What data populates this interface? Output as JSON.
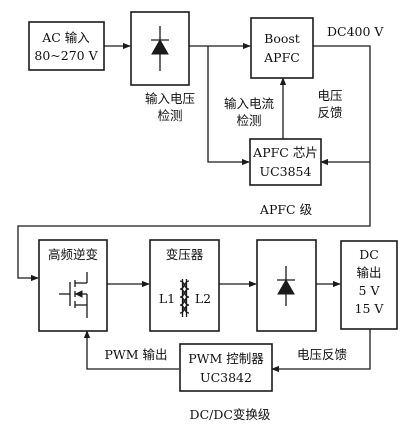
{
  "blocks": {
    "ac_input": {
      "line1": "AC 输入",
      "line2": "80~270 V"
    },
    "boost_apfc": {
      "line1": "Boost",
      "line2": "APFC"
    },
    "apfc_chip": {
      "line1": "APFC 芯片",
      "line2": "UC3854"
    },
    "hf_inverter": {
      "line1": "高频逆变"
    },
    "transformer": {
      "line1": "变压器",
      "l1": "L1",
      "l2": "L2"
    },
    "dc_output": {
      "line1": "DC",
      "line2": "输出",
      "line3": "5 V",
      "line4": "15 V"
    },
    "pwm_controller": {
      "line1": "PWM 控制器",
      "line2": "UC3842"
    }
  },
  "labels": {
    "dc400": "DC400 V",
    "input_voltage_detect": {
      "line1": "输入电压",
      "line2": "检测"
    },
    "input_current_detect": {
      "line1": "输入电流",
      "line2": "检测"
    },
    "voltage_feedback_top": {
      "line1": "电压",
      "line2": "反馈"
    },
    "apfc_stage": "APFC 级",
    "pwm_output": "PWM 输出",
    "voltage_feedback_bottom": "电压反馈",
    "dcdc_stage": "DC/DC变换级"
  }
}
